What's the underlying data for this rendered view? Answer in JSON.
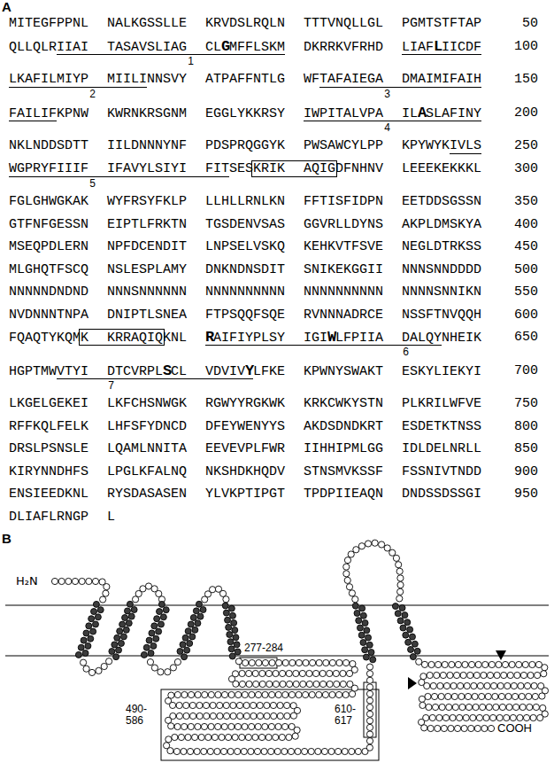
{
  "diagram": {
    "labels": [
      "A",
      "MITEGFPPNL NALKGSSLLE KRVDSLRQLN TTTVNQLLGL PGMTSTFTAP",
      "50",
      "QLLQLRIIAI TASAVSLIAG CLGMFFLSKM DKRRKVFRHD LIAFLIICDF",
      "100",
      "1",
      "LKAFILMIYP MIILINNSVY ATPAFFNTLG WFTAFAIEGA DMAIMIFAIH",
      "150",
      "2",
      "3",
      "FAILIFKPNW KWRNKRSGNM EGGLYKKRSY IWPITALVPA ILASLAFINY",
      "200",
      "4",
      "NKLNDDSDTT IILDNNNYNF PDSPRQGGYK PWSAWCYLPP KPYWYKIVLS",
      "250",
      "WGPRYFIIIF IFAVYLSIYI FITSESKRIK AQIGDFNHNV LEEEKEKKKL",
      "300",
      "5",
      "FGLGHWGKAK WYFRSYFKLP LLHLLRNLKN FFTISFIDPN EETDDSGSSN",
      "350",
      "GTFNFGESSN EIPTLFRKTN TGSDENVSAS GGVRLLDYNS AKPLDMSKYA",
      "400",
      "MSEQPDLERN NPFDCENDIT LNPSELVSKQ KEHKVTFSVE NEGLDTRKSS",
      "450",
      "MLGHQTFSCQ NSLESPLAMY DNKNDNSDIT SNIKEKGGII NNNSNNDDDD",
      "500",
      "NNNNNDNDND NNNSNNNNNN NNNNNNNNNN NNNNNNNNNN NNNNSNNIKN",
      "550",
      "NVDNNNTNPA DNIPTLSNEA FTPSQQFSQE RVNNNADRCE NSSFTNVQQH",
      "600",
      "FQAQTYKQMK KRRAQIQKNL RAIFIYPLSY IGIWLFPIIA DALQYNHEIK",
      "650",
      "6",
      "HGPTMWVTYI DTCVRPLSCL VDVIVYLFKE KPWNYSWAKT ESKYLIEKYI",
      "700",
      "7",
      "LKGELGEKEI LKFCHSNWGK RGWYYRGKWK KRKCWKYSTN PLKRILWFVE",
      "750",
      "RFFKQLFELK LHFSFYDNCD DFEYWENYYS AKDSDNDKRT ESDETKTNSS",
      "800",
      "DRSLPSNSLE LQAMLNNITA EEVEVPLFWR IIHHIPMLGG IDLDELNRLL",
      "850",
      "KIRYNNDHFS LPGLKFALNQ NKSHDKHQDV STNSMVKSSF FSSNIVTNDD",
      "900",
      "ENSIEEDKNL RYSDASASEN YLVKPTIPGT TPDPIIEAQN DNDSSDSSGI",
      "950",
      "DLIAFLRNGP L",
      "B",
      "H₂N",
      "277-284",
      "610-617",
      "490-586",
      "COOH"
    ]
  }
}
